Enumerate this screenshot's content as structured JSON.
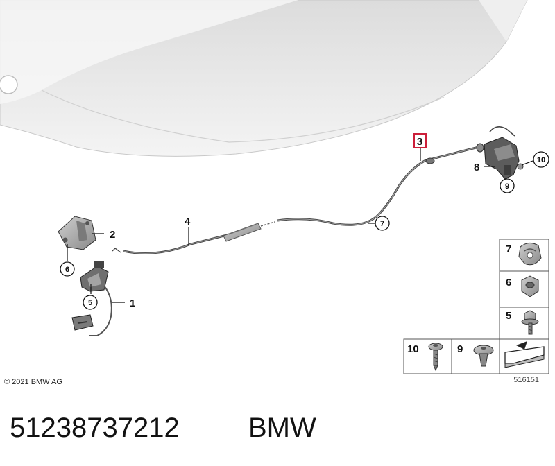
{
  "copyright": "© 2021 BMW AG",
  "drawing_number": "516151",
  "part_number": "51238737212",
  "brand": "BMW",
  "callouts": {
    "c1": "1",
    "c2": "2",
    "c3": "3",
    "c4": "4",
    "c5": "5",
    "c6": "6",
    "c7": "7",
    "c8": "8",
    "c9": "9",
    "c10": "10"
  },
  "legend": {
    "item7": "7",
    "item6": "6",
    "item5": "5",
    "item10": "10",
    "item9": "9"
  },
  "colors": {
    "highlight": "#cc1f3a",
    "part_gray": "#6a6a6a",
    "hood_gray": "#e9e9e9"
  }
}
